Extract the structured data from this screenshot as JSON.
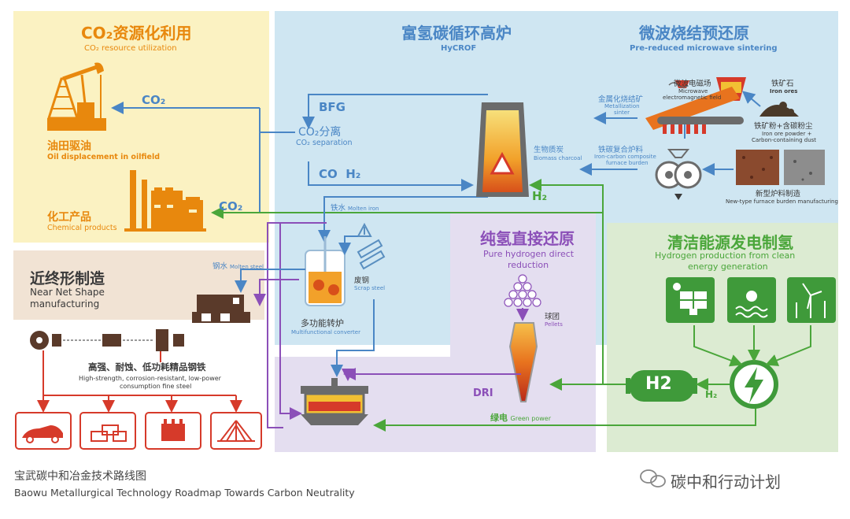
{
  "co2_panel": {
    "title": "CO₂资源化利用",
    "subtitle": "CO₂ resource utilization",
    "oil_cn": "油田驱油",
    "oil_en": "Oil displacement in oilfield",
    "chem_cn": "化工产品",
    "chem_en": "Chemical products",
    "co2_label_top": "CO₂",
    "co2_label_bottom": "CO₂"
  },
  "hycrof_panel": {
    "title": "富氢碳循环高炉",
    "subtitle": "HyCROF",
    "bfg": "BFG",
    "sep_cn": "CO₂分离",
    "sep_en": "CO₂ separation",
    "co_h2": "CO  H₂",
    "h2": "H₂",
    "molten_iron_cn": "铁水",
    "molten_iron_en": "Molten iron",
    "biomass_cn": "生物质炭",
    "biomass_en": "Biomass charcoal",
    "converter_cn": "多功能转炉",
    "converter_en": "Multifunctional converter",
    "scrap_cn": "废钢",
    "scrap_en": "Scrap steel"
  },
  "microwave_panel": {
    "title": "微波烧结预还原",
    "subtitle": "Pre-reduced microwave sintering",
    "field_cn": "微波电磁场",
    "field_en1": "Microwave",
    "field_en2": "electromagnetic field",
    "metal_cn": "金属化烧结矿",
    "metal_en1": "Metallization",
    "metal_en2": "sinter",
    "ore_cn": "铁矿石",
    "ore_en": "Iron ores",
    "powder_cn": "铁矿粉+含碳粉尘",
    "powder_en1": "Iron ore powder +",
    "powder_en2": "Carbon-containing dust",
    "composite_cn": "铁碳复合炉料",
    "composite_en1": "Iron-carbon composite",
    "composite_en2": "furnace burden",
    "burden_cn": "新型炉料制造",
    "burden_en": "New-type furnace burden manufacturing"
  },
  "hydrogen_panel": {
    "title": "纯氢直接还原",
    "subtitle_1": "Pure hydrogen direct",
    "subtitle_2": "reduction",
    "pellets_cn": "球团",
    "pellets_en": "Pellets",
    "dri": "DRI"
  },
  "clean_panel": {
    "title": "清洁能源发电制氢",
    "subtitle_1": "Hydrogen production from clean",
    "subtitle_2": "energy generation",
    "h2_tank": "H2",
    "h2_label": "H₂",
    "green_cn": "绿电",
    "green_en": "Green power"
  },
  "nns_panel": {
    "title": "近终形制造",
    "subtitle_1": "Near Net Shape",
    "subtitle_2": "manufacturing",
    "molten_steel_cn": "钢水",
    "molten_steel_en": "Molten steel",
    "steel_cn": "高强、耐蚀、低功耗精品钢铁",
    "steel_en1": "High-strength, corrosion-resistant, low-power",
    "steel_en2": "consumption fine steel"
  },
  "caption": {
    "cn": "宝武碳中和冶金技术路线图",
    "en": "Baowu Metallurgical Technology Roadmap Towards Carbon Neutrality",
    "watermark": "碳中和行动计划"
  },
  "colors": {
    "orange": "#e8880d",
    "blue": "#4a86c5",
    "purple": "#8b4fb8",
    "green": "#4aa63a",
    "red": "#d63a2a"
  }
}
